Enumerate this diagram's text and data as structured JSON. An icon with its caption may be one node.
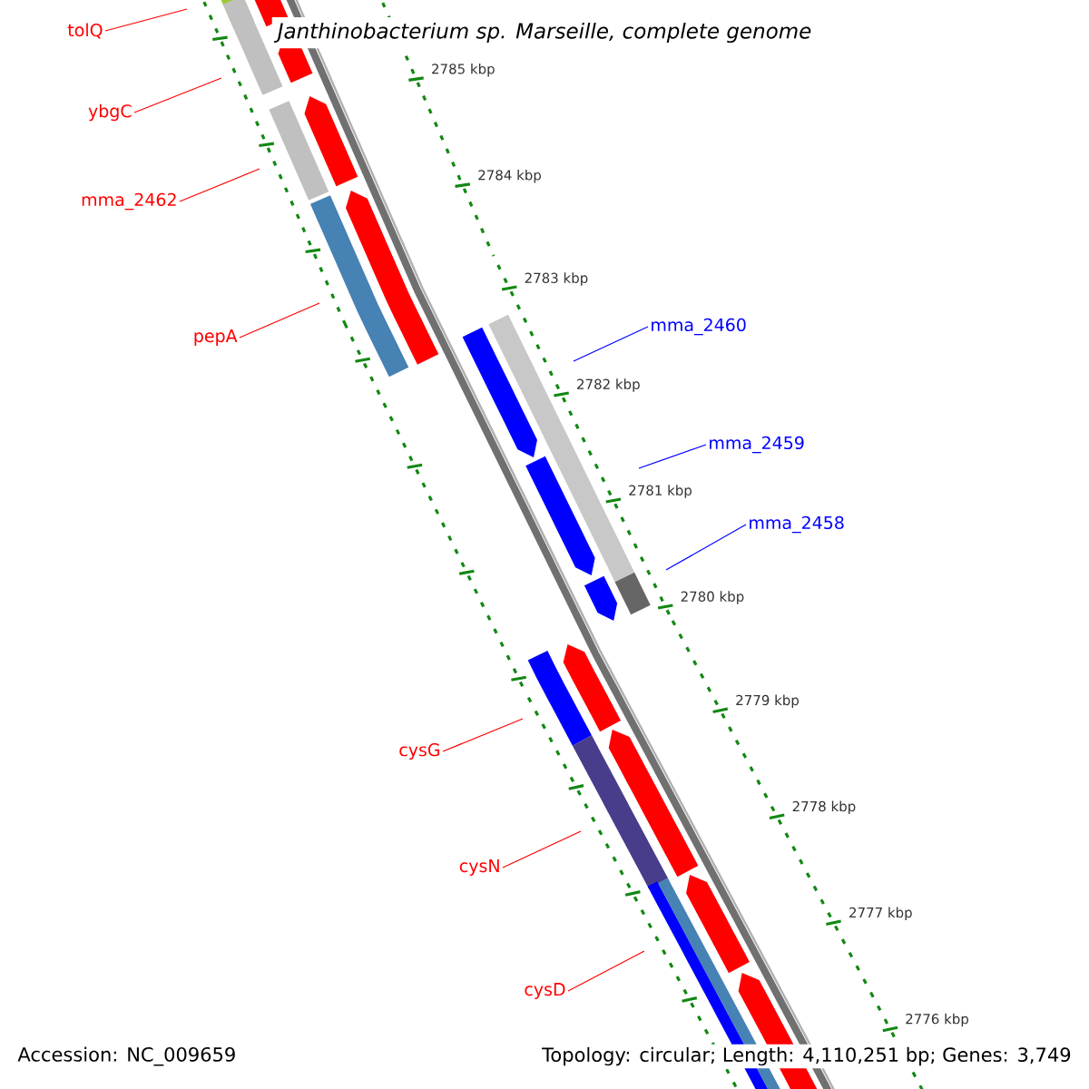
{
  "diagram": {
    "title": "Janthinobacterium sp. Marseille, complete genome",
    "nodes": [
      {
        "text": [
          "tolQ"
        ]
      },
      {
        "text": [
          "ybgC"
        ]
      },
      {
        "text": [
          "mma_2462"
        ]
      },
      {
        "text": [
          "pepA"
        ]
      },
      {
        "text": [
          "mma_2460"
        ]
      },
      {
        "text": [
          "mma_2459"
        ]
      },
      {
        "text": [
          "mma_2458"
        ]
      },
      {
        "text": [
          "cysG"
        ]
      },
      {
        "text": [
          "cysN"
        ]
      },
      {
        "text": [
          "cysD"
        ]
      }
    ],
    "edges": [
      {
        "from": 0,
        "to": null,
        "arrow": "none"
      },
      {
        "from": 1,
        "to": null,
        "arrow": "none"
      },
      {
        "from": 2,
        "to": null,
        "arrow": "none"
      },
      {
        "from": 3,
        "to": null,
        "arrow": "none"
      },
      {
        "from": 4,
        "to": null,
        "arrow": "none",
        "color": "#0000ff"
      },
      {
        "from": 5,
        "to": null,
        "arrow": "none",
        "color": "#0000ff"
      },
      {
        "from": 6,
        "to": null,
        "arrow": "none",
        "color": "#0000ff"
      },
      {
        "from": 7,
        "to": null,
        "arrow": "none"
      },
      {
        "from": 8,
        "to": null,
        "arrow": "none"
      },
      {
        "from": 9,
        "to": null,
        "arrow": "none"
      }
    ],
    "labels": [
      "2785 kbp",
      "2784 kbp",
      "2783 kbp",
      "2782 kbp",
      "2781 kbp",
      "2780 kbp",
      "2779 kbp",
      "2778 kbp",
      "2777 kbp",
      "2776 kbp",
      "Accession: NC_009659",
      "Topology: circular; Length: 4,110,251 bp; Genes: 3,749"
    ]
  }
}
